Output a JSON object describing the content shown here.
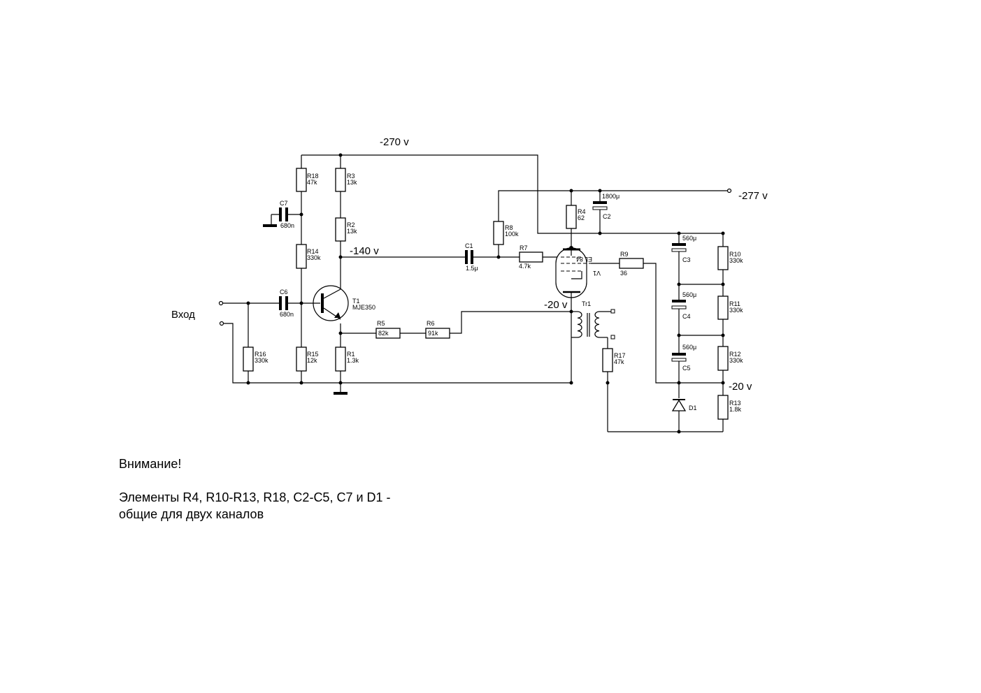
{
  "voltages": {
    "top_rail": "-270 v",
    "right_rail": "-277 v",
    "collector": "-140 v",
    "cathode": "-20 v",
    "divider": "-20 v"
  },
  "input_label": "Вход",
  "components": {
    "R1": {
      "ref": "R1",
      "value": "1.3k"
    },
    "R2": {
      "ref": "R2",
      "value": "13k"
    },
    "R3": {
      "ref": "R3",
      "value": "13k"
    },
    "R4": {
      "ref": "R4",
      "value": "62"
    },
    "R5": {
      "ref": "R5",
      "value": "82k"
    },
    "R6": {
      "ref": "R6",
      "value": "91k"
    },
    "R7": {
      "ref": "R7",
      "value": "4.7k"
    },
    "R8": {
      "ref": "R8",
      "value": "100k"
    },
    "R9": {
      "ref": "R9",
      "value": "36"
    },
    "R10": {
      "ref": "R10",
      "value": "330k"
    },
    "R11": {
      "ref": "R11",
      "value": "330k"
    },
    "R12": {
      "ref": "R12",
      "value": "330k"
    },
    "R13": {
      "ref": "R13",
      "value": "1.8k"
    },
    "R14": {
      "ref": "R14",
      "value": "330k"
    },
    "R15": {
      "ref": "R15",
      "value": "12k"
    },
    "R16": {
      "ref": "R16",
      "value": "330k"
    },
    "R17": {
      "ref": "R17",
      "value": "47k"
    },
    "R18": {
      "ref": "R18",
      "value": "47k"
    },
    "C1": {
      "ref": "C1",
      "value": "1.5μ"
    },
    "C2": {
      "ref": "C2",
      "value": "1800μ"
    },
    "C3": {
      "ref": "C3",
      "value": "560μ"
    },
    "C4": {
      "ref": "C4",
      "value": "560μ"
    },
    "C5": {
      "ref": "C5",
      "value": "560μ"
    },
    "C6": {
      "ref": "C6",
      "value": "680n"
    },
    "C7": {
      "ref": "C7",
      "value": "680n"
    },
    "T1": {
      "ref": "T1",
      "value": "MJE350"
    },
    "V1": {
      "ref": "V1",
      "value": "EL 84"
    },
    "Tr1": {
      "ref": "Tr1"
    },
    "D1": {
      "ref": "D1"
    }
  },
  "note": {
    "title": "Внимание!",
    "line1": "Элементы R4, R10-R13, R18, C2-C5, C7 и D1 -",
    "line2": "общие для двух каналов"
  }
}
